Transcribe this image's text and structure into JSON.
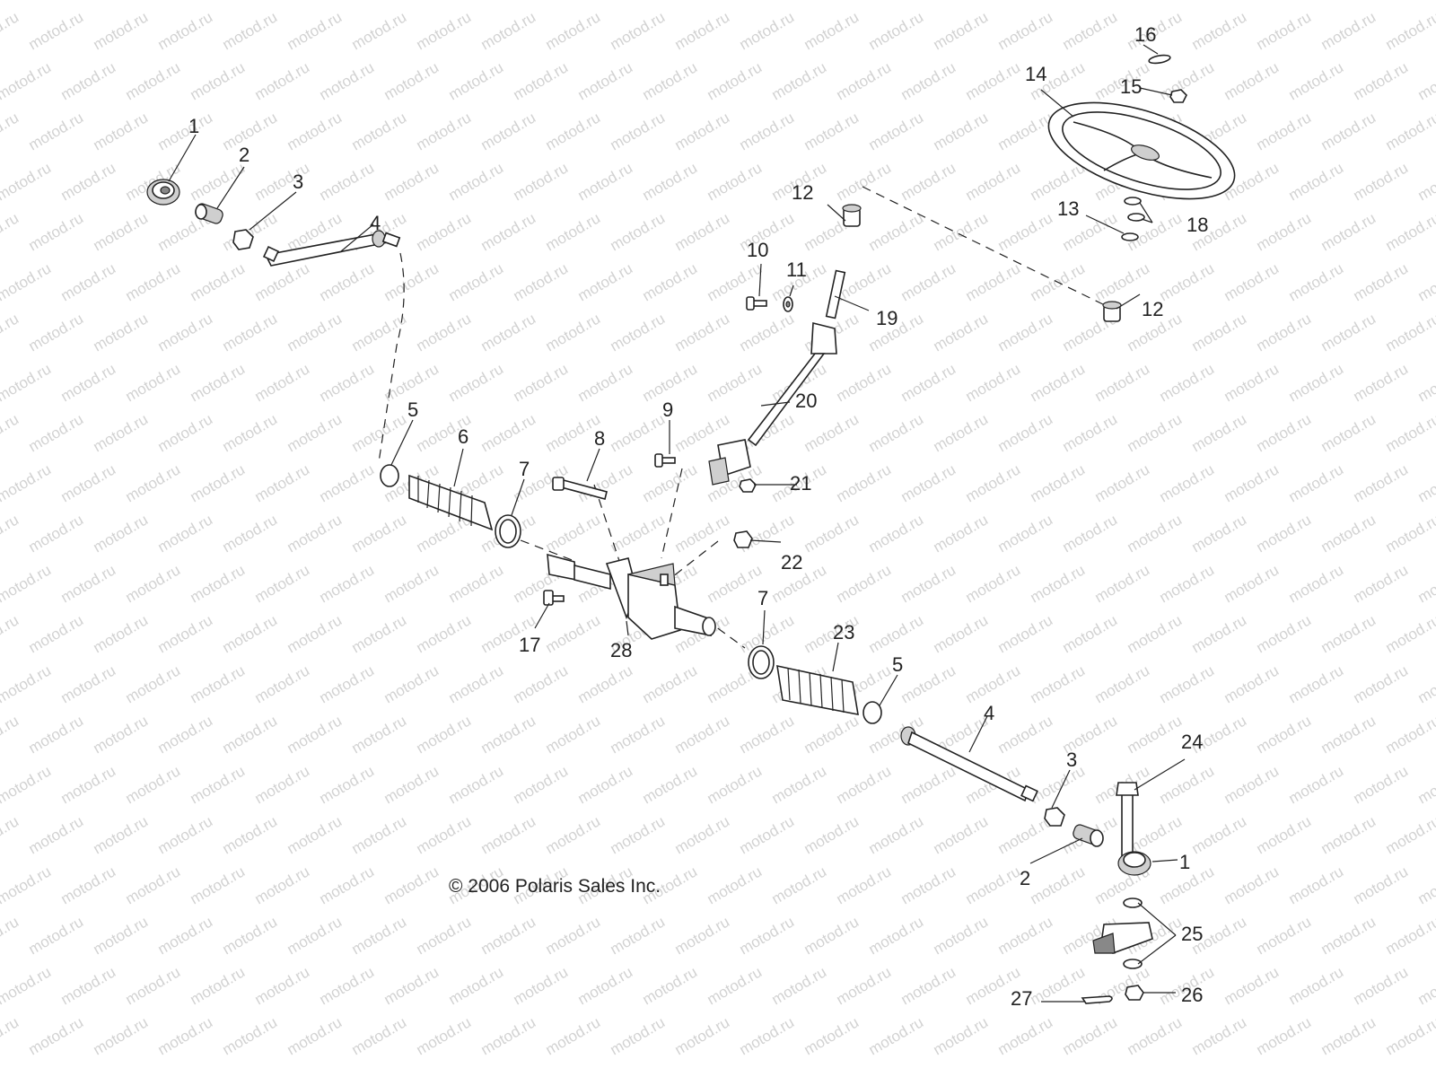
{
  "watermark": "motod.ru",
  "copyright": "© 2006 Polaris Sales Inc.",
  "callouts": {
    "c1a": "1",
    "c1b": "1",
    "c2a": "2",
    "c2b": "2",
    "c3a": "3",
    "c3b": "3",
    "c4a": "4",
    "c4b": "4",
    "c5a": "5",
    "c5b": "5",
    "c6": "6",
    "c7a": "7",
    "c7b": "7",
    "c8": "8",
    "c9": "9",
    "c10": "10",
    "c11": "11",
    "c12a": "12",
    "c12b": "12",
    "c13": "13",
    "c14": "14",
    "c15": "15",
    "c16": "16",
    "c17": "17",
    "c18": "18",
    "c19": "19",
    "c20": "20",
    "c21": "21",
    "c22": "22",
    "c23": "23",
    "c24": "24",
    "c25": "25",
    "c26": "26",
    "c27": "27",
    "c28": "28"
  }
}
